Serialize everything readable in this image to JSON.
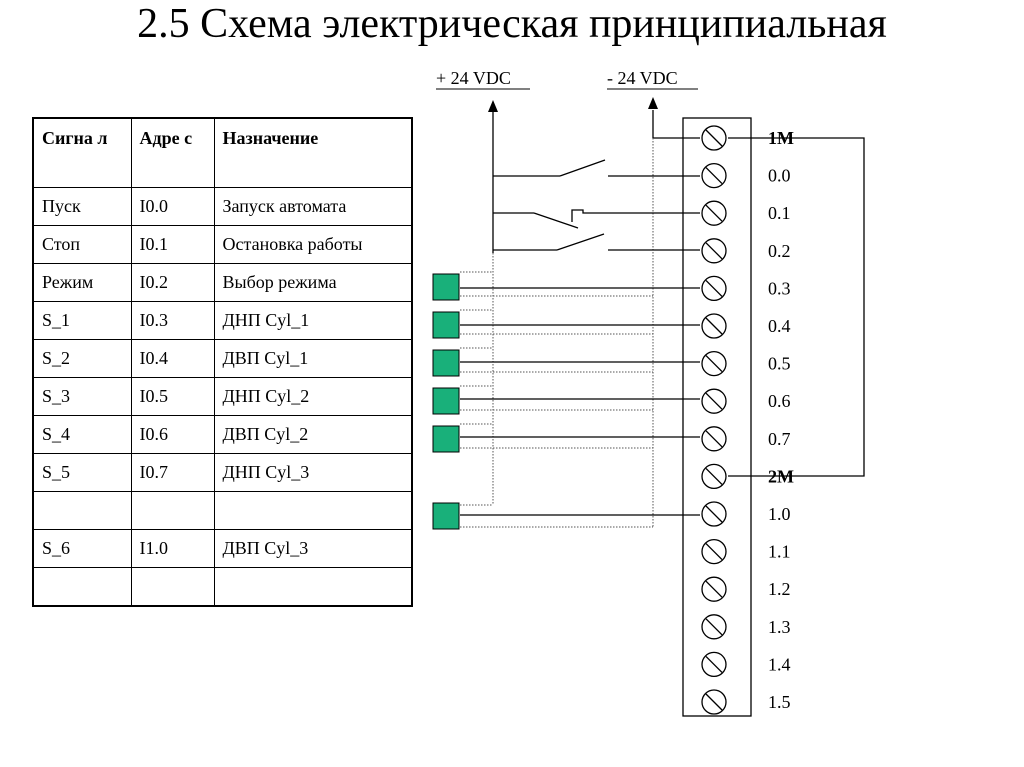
{
  "title": "2.5 Схема электрическая принципиальная",
  "table": {
    "headers": [
      "Сигна л",
      "Адре с",
      "Назначение"
    ],
    "rows": [
      [
        "Пуск",
        "I0.0",
        "Запуск автомата"
      ],
      [
        "Стоп",
        "I0.1",
        "Остановка работы"
      ],
      [
        "Режим",
        "I0.2",
        "Выбор режима"
      ],
      [
        "S_1",
        "I0.3",
        "ДНП Cyl_1"
      ],
      [
        "S_2",
        "I0.4",
        "ДВП Cyl_1"
      ],
      [
        "S_3",
        "I0.5",
        "ДНП Cyl_2"
      ],
      [
        "S_4",
        "I0.6",
        "ДВП Cyl_2"
      ],
      [
        "S_5",
        "I0.7",
        "ДНП Cyl_3"
      ],
      [
        "",
        "",
        ""
      ],
      [
        "S_6",
        "I1.0",
        "ДВП Cyl_3"
      ],
      [
        "",
        "",
        ""
      ]
    ]
  },
  "power": {
    "plus": "+ 24 VDC",
    "minus": "- 24 VDC"
  },
  "terminals": [
    "1M",
    "0.0",
    "0.1",
    "0.2",
    "0.3",
    "0.4",
    "0.5",
    "0.6",
    "0.7",
    "2M",
    "1.0",
    "1.1",
    "1.2",
    "1.3",
    "1.4",
    "1.5"
  ],
  "bold_terminals": [
    "1M",
    "2M"
  ],
  "colors": {
    "sensor": "#19b07a",
    "wire": "#000000",
    "dotted_wire": "#555555"
  }
}
